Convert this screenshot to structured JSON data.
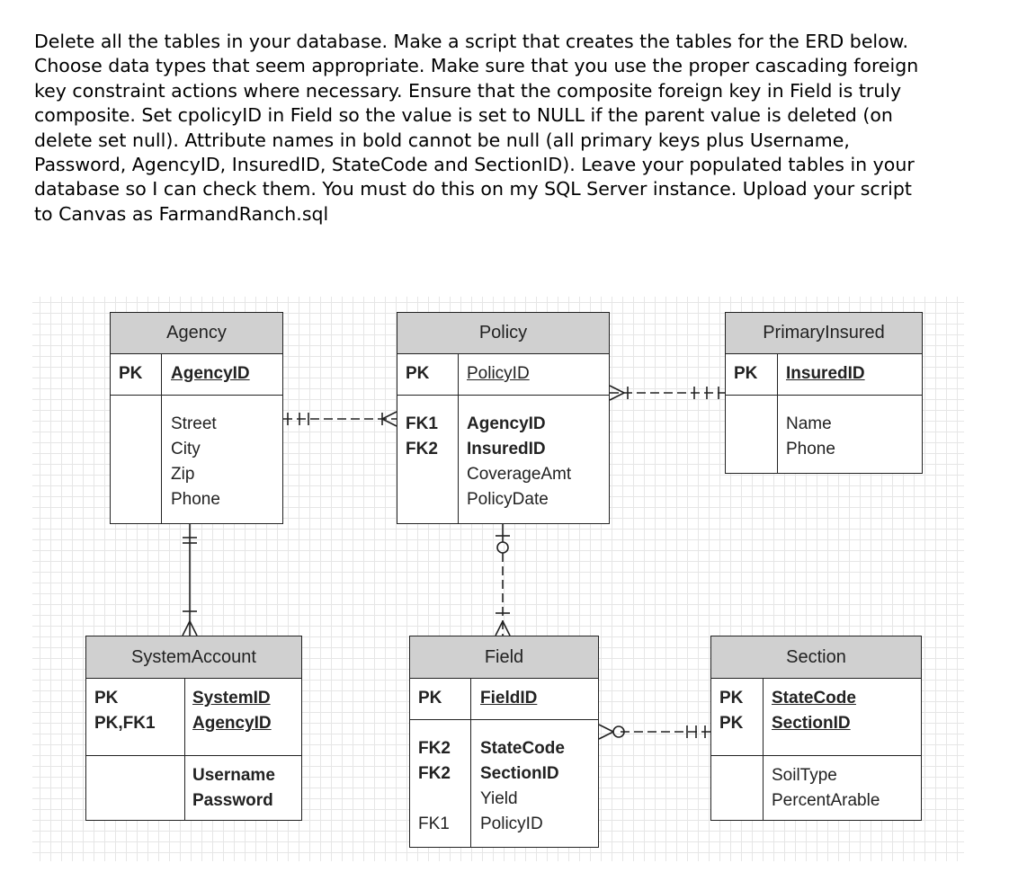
{
  "instructions": {
    "lines": [
      "Delete all the tables in your database.  Make a script that creates the tables for the ERD below.",
      "Choose data types that seem appropriate.  Make sure that you use the proper cascading foreign",
      "key constraint actions where necessary.  Ensure that the composite foreign key in Field is truly",
      "composite.  Set cpolicyID in Field so the value is set to NULL if the parent value is deleted (on",
      "delete set null).  Attribute names in bold cannot be null (all primary keys plus Username,",
      "Password, AgencyID, InsuredID, StateCode and SectionID).  Leave your populated tables in your",
      "database so I can check them.  You must do this on my SQL Server instance.  Upload your script",
      "to Canvas as FarmandRanch.sql"
    ]
  },
  "entities": {
    "agency": {
      "title": "Agency",
      "pk_key": "PK",
      "pk_attr": "AgencyID",
      "attrs": [
        "Street",
        "City",
        "Zip",
        "Phone"
      ]
    },
    "policy": {
      "title": "Policy",
      "pk_key": "PK",
      "pk_attr": "PolicyID",
      "keys": [
        "FK1",
        "FK2"
      ],
      "attrs": [
        "AgencyID",
        "InsuredID",
        "CoverageAmt",
        "PolicyDate"
      ]
    },
    "primary_insured": {
      "title": "PrimaryInsured",
      "pk_key": "PK",
      "pk_attr": "InsuredID",
      "attrs": [
        "Name",
        "Phone"
      ]
    },
    "system_account": {
      "title": "SystemAccount",
      "pk_keys": [
        "PK",
        "PK,FK1"
      ],
      "pk_attrs": [
        "SystemID",
        "AgencyID"
      ],
      "attrs": [
        "Username",
        "Password"
      ]
    },
    "field": {
      "title": "Field",
      "pk_key": "PK",
      "pk_attr": "FieldID",
      "keys": [
        "FK2",
        "FK2",
        "",
        "FK1"
      ],
      "attrs": [
        "StateCode",
        "SectionID",
        "Yield",
        "PolicyID"
      ]
    },
    "section": {
      "title": "Section",
      "pk_keys": [
        "PK",
        "PK"
      ],
      "pk_attrs": [
        "StateCode",
        "SectionID"
      ],
      "attrs": [
        "SoilType",
        "PercentArable"
      ]
    }
  },
  "relationships": [
    {
      "from": "Agency",
      "to": "Policy",
      "from_card": "one-and-only-one",
      "to_card": "one-or-many"
    },
    {
      "from": "PrimaryInsured",
      "to": "Policy",
      "from_card": "one-and-only-one",
      "to_card": "one-or-many"
    },
    {
      "from": "Agency",
      "to": "SystemAccount",
      "from_card": "one-and-only-one",
      "to_card": "one-or-many"
    },
    {
      "from": "Policy",
      "to": "Field",
      "from_card": "zero-or-one",
      "to_card": "one-or-many"
    },
    {
      "from": "Section",
      "to": "Field",
      "from_card": "one-and-only-one",
      "to_card": "zero-or-many"
    }
  ]
}
